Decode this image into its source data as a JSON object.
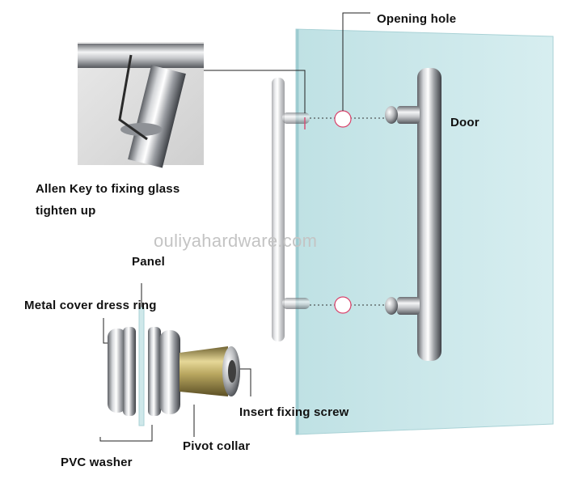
{
  "labels": {
    "opening_hole": "Opening hole",
    "door": "Door",
    "allen_key_line1": "Allen Key to fixing glass",
    "allen_key_line2": "tighten up",
    "panel": "Panel",
    "metal_cover": "Metal cover dress ring",
    "insert_screw": "Insert fixing screw",
    "pivot_collar": "Pivot collar",
    "pvc_washer": "PVC washer"
  },
  "watermark": "ouliyahardware.com",
  "colors": {
    "glass": "#cfe8ea",
    "glass_edge": "#a9d2d6",
    "hole_marker": "#d9416a",
    "chrome_dark": "#6c6f74",
    "chrome_light": "#ffffff",
    "brass": "#b9a760",
    "leader_line": "#222222"
  }
}
